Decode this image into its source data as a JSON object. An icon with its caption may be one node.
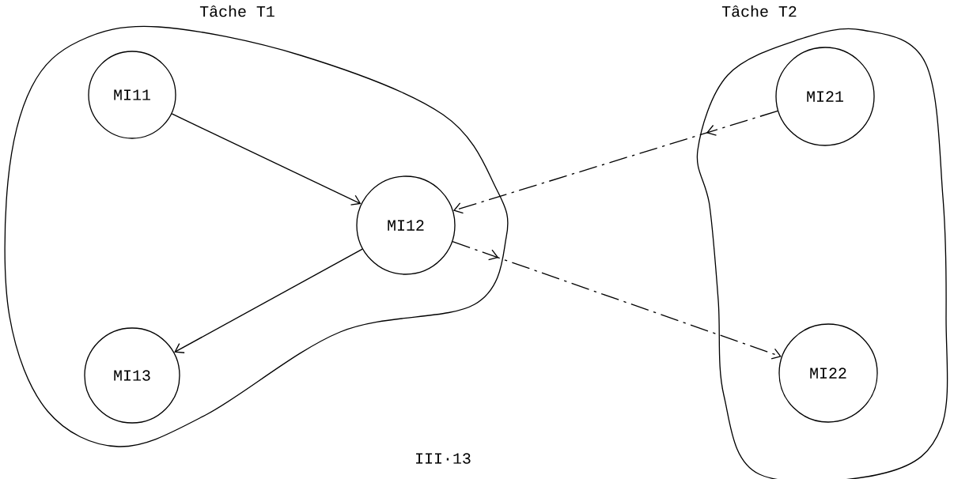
{
  "diagram": {
    "caption": "III·13",
    "nodes": [
      {
        "text": [
          "Tâche T1"
        ]
      },
      {
        "text": [
          "MI11"
        ],
        "in": 0
      },
      {
        "text": [
          "MI12"
        ],
        "in": 0
      },
      {
        "text": [
          "MI13"
        ],
        "in": 0
      },
      {
        "text": [
          "Tâche T2"
        ]
      },
      {
        "text": [
          "MI21"
        ],
        "in": 4
      },
      {
        "text": [
          "MI22"
        ],
        "in": 4
      }
    ],
    "edges": [
      {
        "from": 1,
        "to": 2,
        "arrow": "to"
      },
      {
        "from": 2,
        "to": 3,
        "arrow": "to"
      },
      {
        "from": 5,
        "to": 2,
        "arrow": "to",
        "style": "dashed"
      },
      {
        "from": 2,
        "to": 6,
        "arrow": "to",
        "style": "dashed"
      }
    ]
  }
}
